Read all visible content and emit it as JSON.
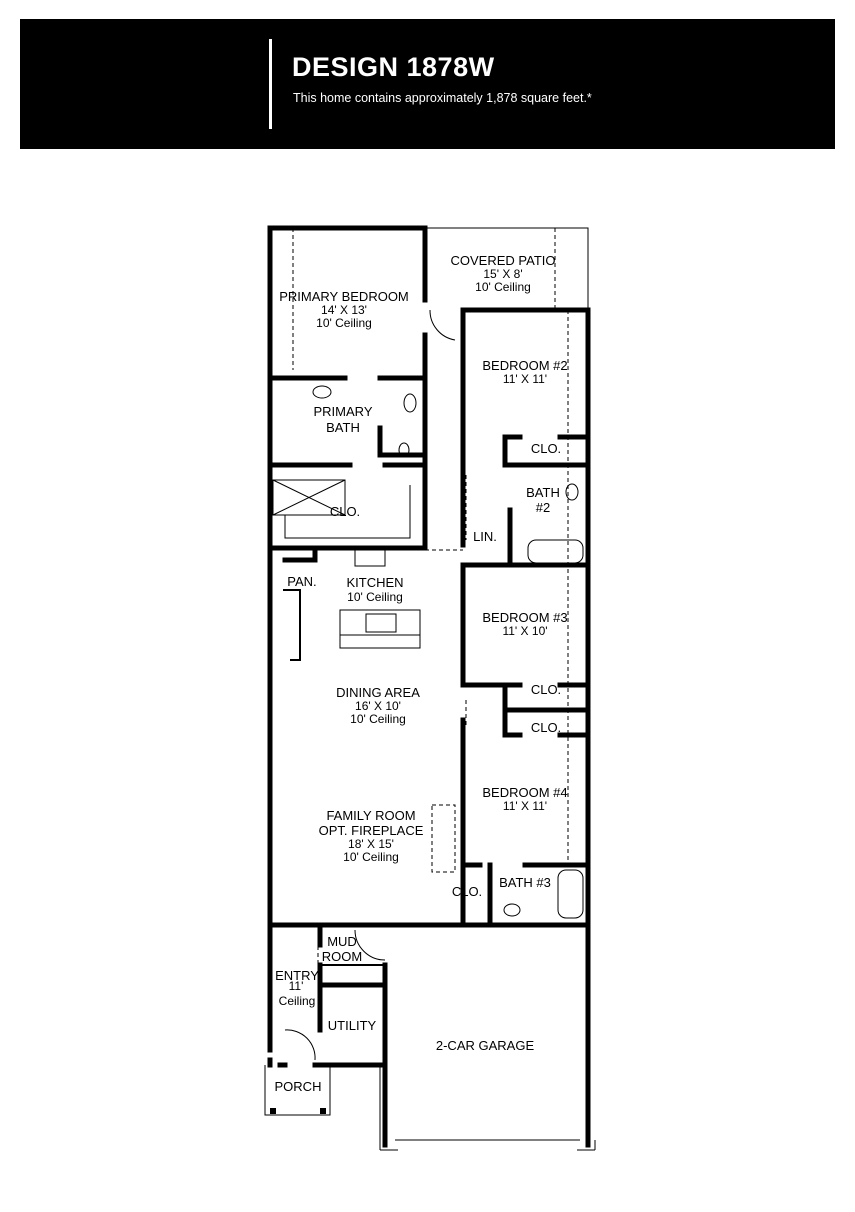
{
  "header": {
    "title": "DESIGN 1878W",
    "subtitle": "This home contains approximately 1,878 square feet.*"
  },
  "rooms": {
    "covered_patio": {
      "name": "COVERED PATIO",
      "dims": "15' X 8'",
      "ceiling": "10' Ceiling"
    },
    "primary_bedroom": {
      "name": "PRIMARY BEDROOM",
      "dims": "14' X 13'",
      "ceiling": "10' Ceiling"
    },
    "bedroom2": {
      "name": "BEDROOM #2",
      "dims": "11' X 11'"
    },
    "primary_bath": {
      "name1": "PRIMARY",
      "name2": "BATH"
    },
    "clo_primary": {
      "name": "CLO."
    },
    "clo_bed2": {
      "name": "CLO."
    },
    "bath2": {
      "name1": "BATH",
      "name2": "#2"
    },
    "linen": {
      "name": "LIN."
    },
    "pantry": {
      "name": "PAN."
    },
    "kitchen": {
      "name": "KITCHEN",
      "ceiling": "10' Ceiling"
    },
    "bedroom3": {
      "name": "BEDROOM #3",
      "dims": "11' X 10'"
    },
    "clo_bed3": {
      "name": "CLO."
    },
    "clo_bed4": {
      "name": "CLO."
    },
    "dining": {
      "name": "DINING AREA",
      "dims": "16' X 10'",
      "ceiling": "10' Ceiling"
    },
    "bedroom4": {
      "name": "BEDROOM #4",
      "dims": "11' X 11'"
    },
    "family": {
      "name": "FAMILY ROOM",
      "note": "OPT. FIREPLACE",
      "dims": "18' X 15'",
      "ceiling": "10' Ceiling"
    },
    "clo_hall": {
      "name": "CLO."
    },
    "bath3": {
      "name": "BATH #3"
    },
    "mud_room": {
      "name1": "MUD",
      "name2": "ROOM"
    },
    "entry": {
      "name": "ENTRY",
      "ceiling1": "11'",
      "ceiling2": "Ceiling"
    },
    "utility": {
      "name": "UTILITY"
    },
    "garage": {
      "name": "2-CAR GARAGE"
    },
    "porch": {
      "name": "PORCH"
    }
  }
}
